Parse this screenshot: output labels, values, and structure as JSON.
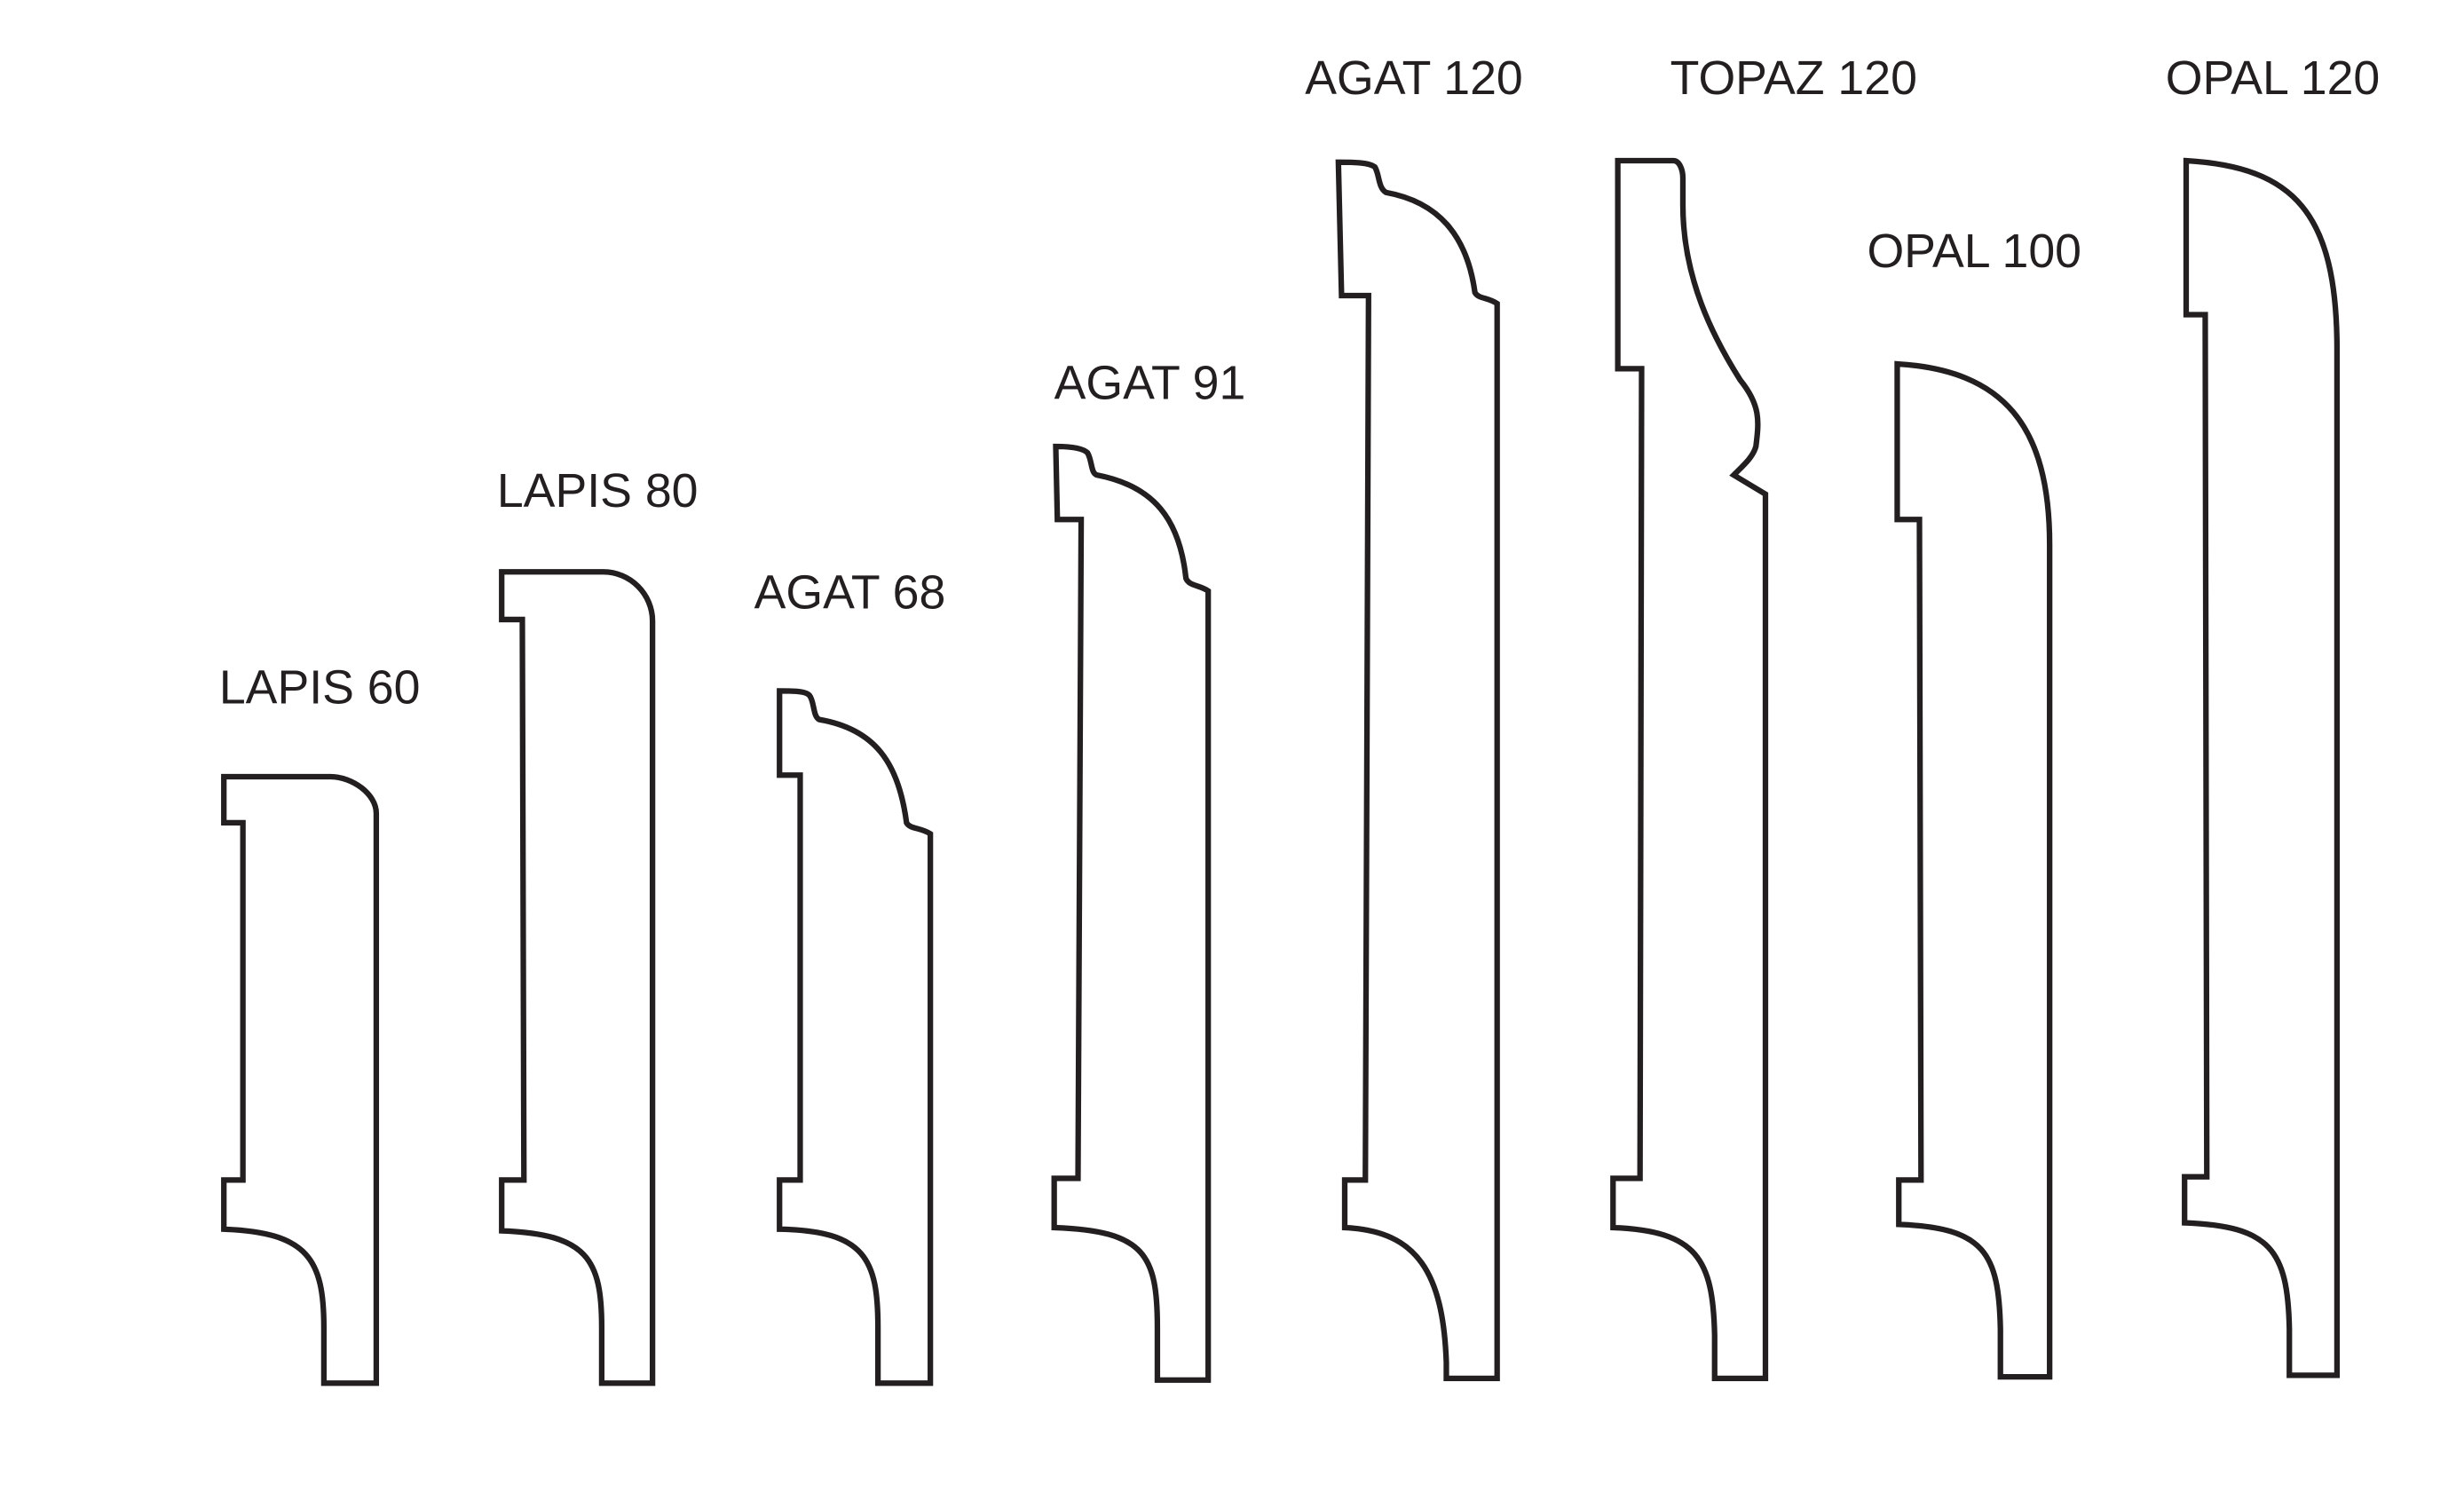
{
  "profiles": [
    {
      "id": "lapis-60",
      "label": "LAPIS 60"
    },
    {
      "id": "lapis-80",
      "label": "LAPIS 80"
    },
    {
      "id": "agat-68",
      "label": "AGAT 68"
    },
    {
      "id": "agat-91",
      "label": "AGAT 91"
    },
    {
      "id": "agat-120",
      "label": "AGAT 120"
    },
    {
      "id": "topaz-120",
      "label": "TOPAZ 120"
    },
    {
      "id": "opal-100",
      "label": "OPAL 100"
    },
    {
      "id": "opal-120",
      "label": "OPAL 120"
    }
  ],
  "colors": {
    "stroke": "#231f20",
    "background": "#ffffff"
  }
}
